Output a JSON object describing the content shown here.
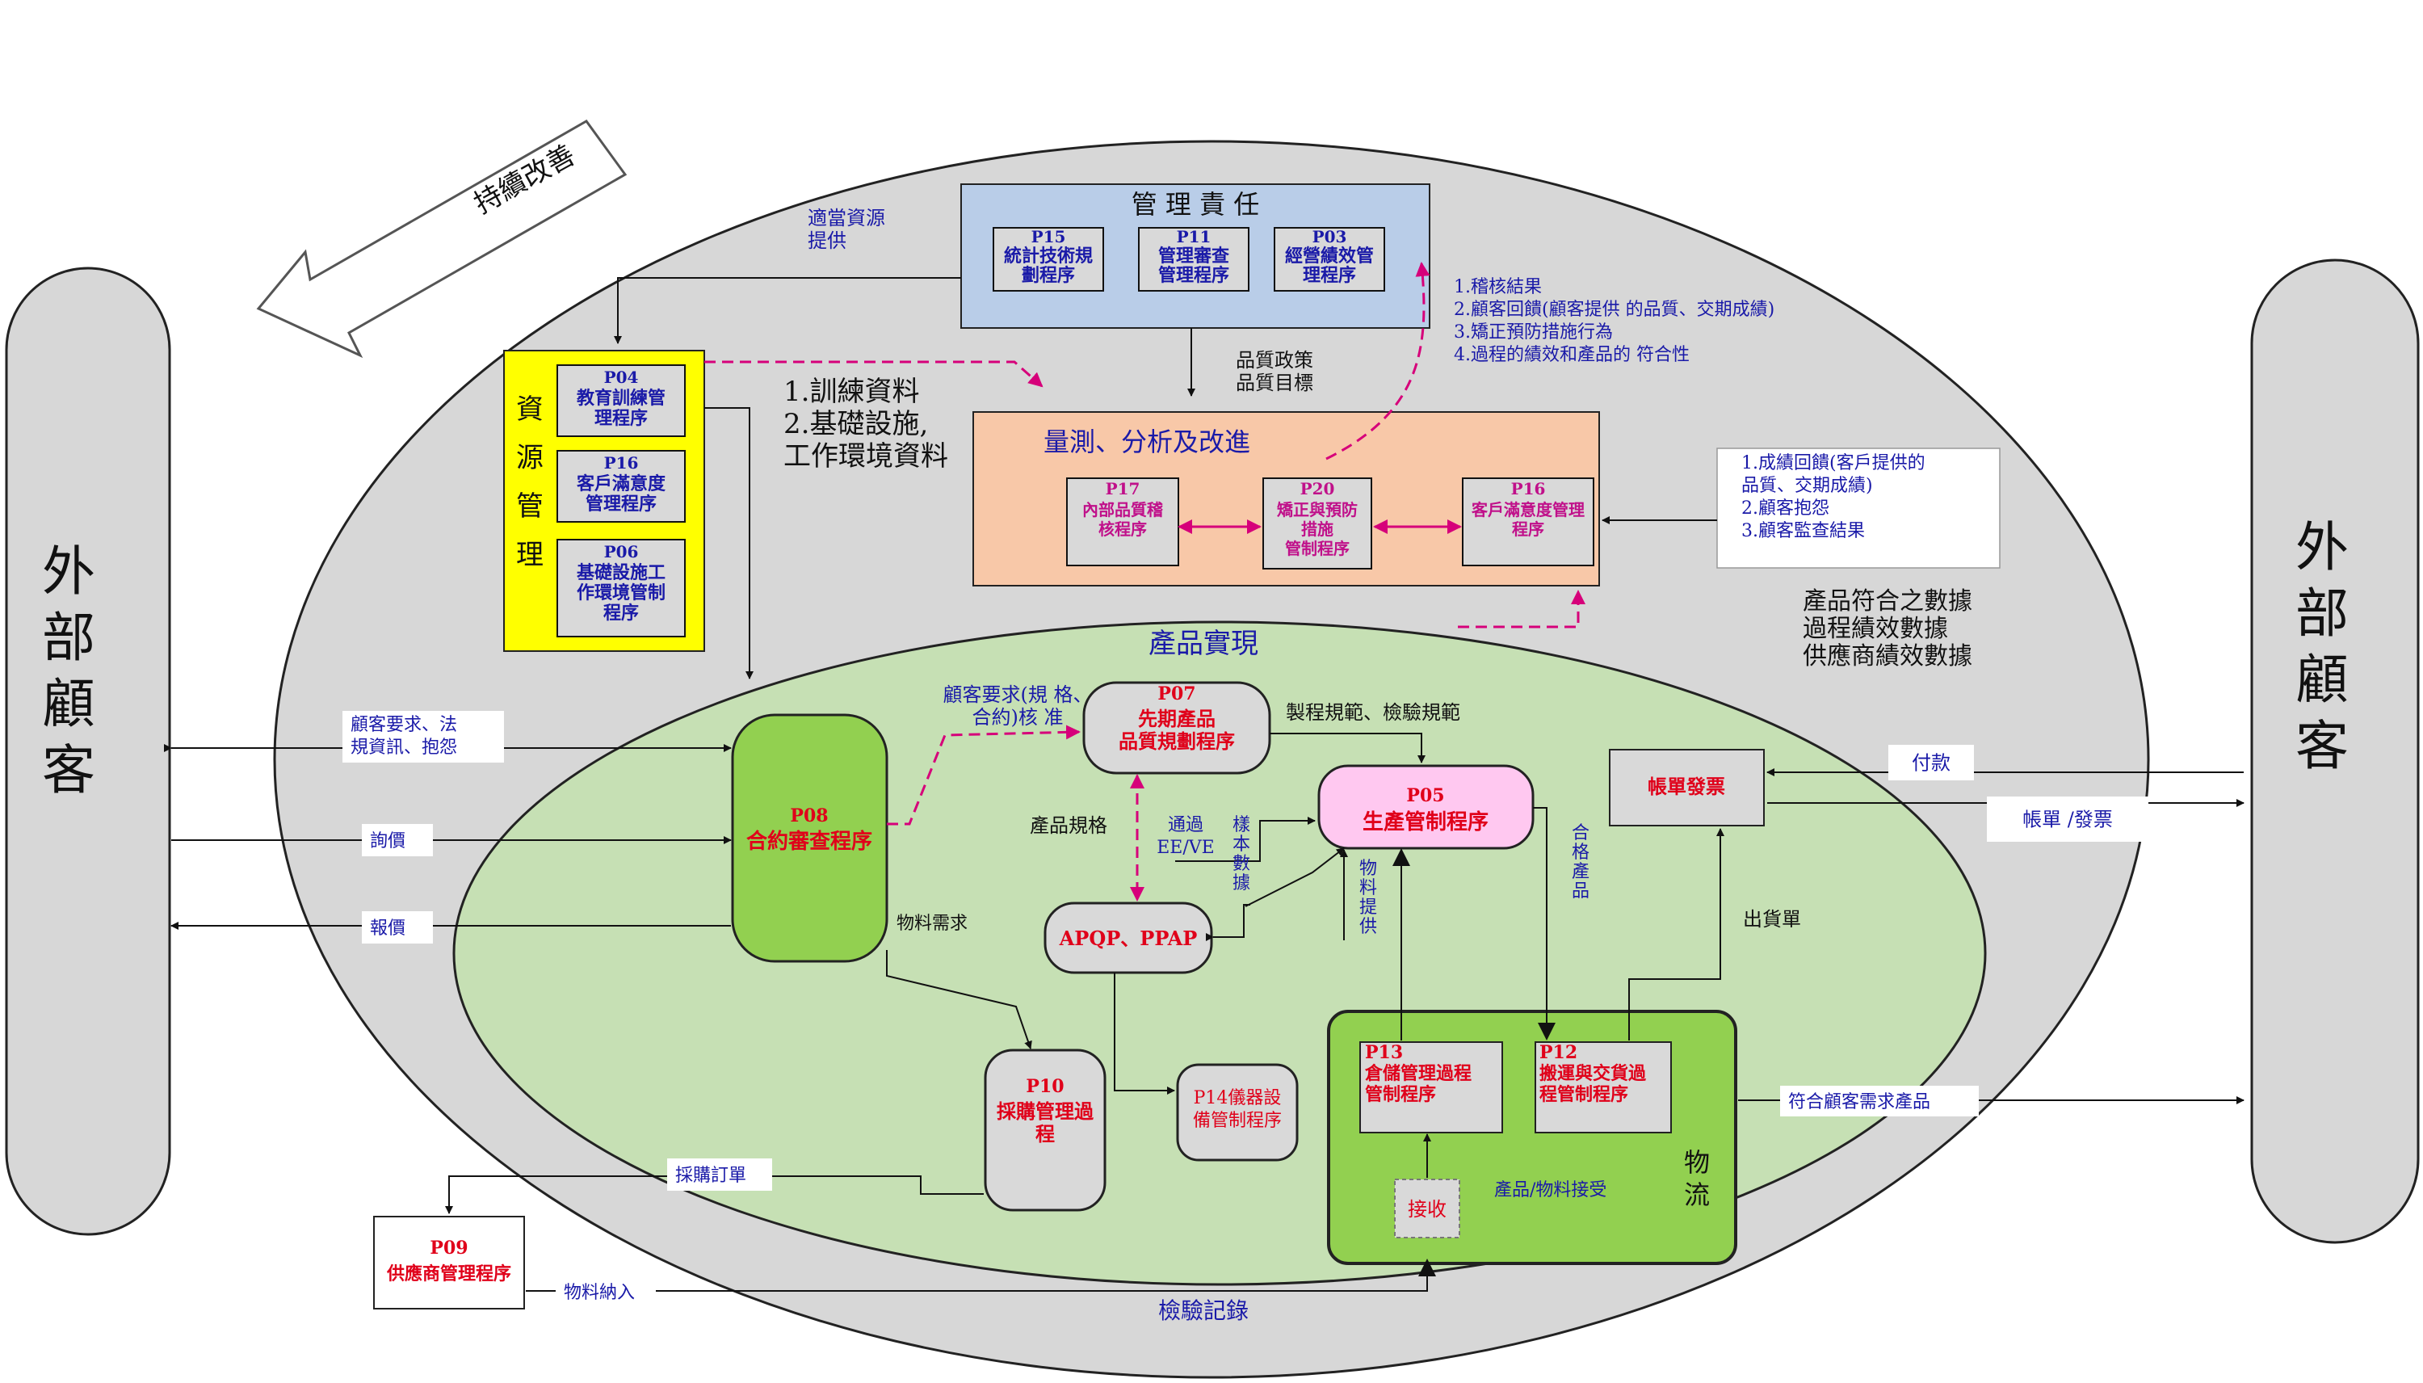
{
  "external": {
    "left_label": "外\n部\n顧\n客",
    "right_label": "外\n部\n顧\n客"
  },
  "continuous_improvement": "持續改善",
  "management": {
    "title": "管 理 責 任",
    "boxes": [
      {
        "code": "P15",
        "name": "統計技術規\n劃程序"
      },
      {
        "code": "P11",
        "name": "管理審查\n管理程序"
      },
      {
        "code": "P03",
        "name": "經營績效管\n理程序"
      }
    ],
    "resources_note": "適當資源\n提供",
    "policy_note": "品質政策\n品質目標"
  },
  "resource_management": {
    "title": "資\n源\n管\n理",
    "boxes": [
      {
        "code": "P04",
        "name": "教育訓練管\n理程序"
      },
      {
        "code": "P16",
        "name": "客戶滿意度\n管理程序"
      },
      {
        "code": "P06",
        "name": "基礎設施工\n作環境管制\n程序"
      }
    ]
  },
  "training_note": "1.訓練資料\n2.基礎設施,\n工作環境資料",
  "feedback_list": [
    "1.稽核結果",
    "2.顧客回饋(顧客提供 的品質、交期成績)",
    "3.矯正預防措施行為",
    "4.過程的績效和產品的 符合性"
  ],
  "measurement": {
    "title": "量測、分析及改進",
    "boxes": [
      {
        "code": "P17",
        "name": "內部品質稽\n核程序"
      },
      {
        "code": "P20",
        "name": "矯正與預防\n措施\n管制程序"
      },
      {
        "code": "P16",
        "name": "客戶滿意度管理\n程序"
      }
    ]
  },
  "customer_feedback_box": [
    "1.成績回饋(客戶提供的",
    "品質、交期成績)",
    "2.顧客抱怨",
    "3.顧客監查結果"
  ],
  "data_list": [
    "產品符合之數據",
    "過程績效數據",
    "供應商績效數據"
  ],
  "realization": {
    "title": "產品實現",
    "p08": {
      "code": "P08",
      "name": "合約審查程序"
    },
    "p07": {
      "code": "P07",
      "name": "先期產品\n品質規劃程序"
    },
    "p05": {
      "code": "P05",
      "name": "生產管制程序"
    },
    "apqp": "APQP、PPAP",
    "p10": {
      "code": "P10",
      "name": "採購管理過\n程"
    },
    "p14": "P14儀器設\n備管制程序",
    "p13": {
      "code": "P13",
      "name": "倉儲管理過程\n管制程序"
    },
    "p12": {
      "code": "P12",
      "name": "搬運與交貨過\n程管制程序"
    },
    "receive": "接收",
    "logistics": "物\n流",
    "product_receive": "產品/物料接受",
    "billing": "帳單發票",
    "p09": {
      "code": "P09",
      "name": "供應商管理程序"
    }
  },
  "labels": {
    "cust_req": "顧客要求、法\n規資訊、抱怨",
    "inquiry": "詢價",
    "quote": "報價",
    "cust_req_review": "顧客要求(規 格、\n合約)核 准",
    "process_spec": "製程規範、檢驗規範",
    "product_spec": "產品規格",
    "pass_ee": "通過\nEE/VE",
    "sample_data": "樣\n本\n數\n據",
    "material_supply": "物\n料\n提\n供",
    "qualified": "合\n格\n產\n品",
    "payment": "付款",
    "bill_invoice": "帳單 /發票",
    "shipping": "出貨單",
    "material_demand": "物料需求",
    "purchase_order": "採購訂單",
    "material_in": "物料納入",
    "inspection_record": "檢驗記錄",
    "conforming_product": "符合顧客需求產品"
  }
}
